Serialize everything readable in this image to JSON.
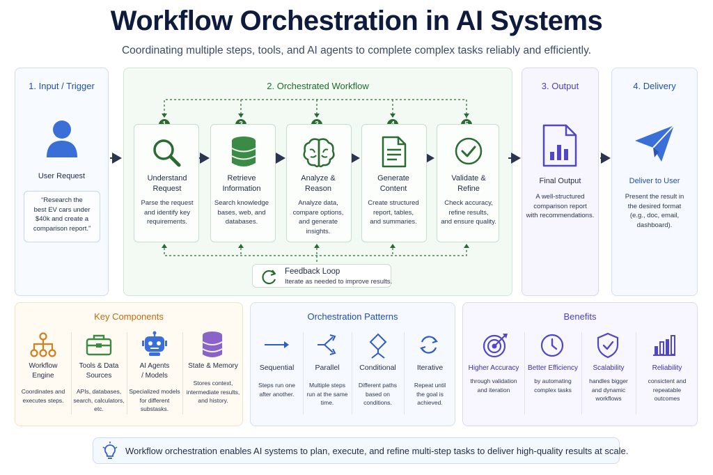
{
  "header": {
    "title": "Workflow Orchestration in AI Systems",
    "subtitle": "Coordinating multiple steps, tools, and AI agents to complete complex tasks reliably and efficiently."
  },
  "input": {
    "title": "1. Input / Trigger",
    "label": "User Request",
    "quote": [
      "“Research the",
      "best EV cars under",
      "$40k and create a",
      "comparison report.”"
    ]
  },
  "orchestration": {
    "title": "2. Orchestrated Workflow",
    "steps": [
      {
        "number": "1",
        "title": [
          "Understand",
          "Request"
        ],
        "desc": [
          "Parse the request",
          "and identify key",
          "requirements."
        ],
        "icon": "magnifier-icon"
      },
      {
        "number": "2",
        "title": [
          "Retrieve",
          "Information"
        ],
        "desc": [
          "Search knowledge",
          "bases, web, and",
          "databases."
        ],
        "icon": "database-icon"
      },
      {
        "number": "3",
        "title": [
          "Analyze &",
          "Reason"
        ],
        "desc": [
          "Analyze data,",
          "compare options,",
          "and generate",
          "insights."
        ],
        "icon": "brain-icon"
      },
      {
        "number": "4",
        "title": [
          "Generate",
          "Content"
        ],
        "desc": [
          "Create structured",
          "report, tables,",
          "and summaries."
        ],
        "icon": "document-icon"
      },
      {
        "number": "5",
        "title": [
          "Validate &",
          "Refine"
        ],
        "desc": [
          "Check accuracy,",
          "refine results,",
          "and ensure quality."
        ],
        "icon": "check-circle-icon"
      }
    ],
    "feedback": {
      "title": "Feedback Loop",
      "desc": "Iterate as needed to improve results.",
      "icon": "refresh-icon"
    }
  },
  "output": {
    "title": "3. Output",
    "label": "Final Output",
    "desc": [
      "A well-structured",
      "comparison report",
      "with recommendations."
    ]
  },
  "delivery": {
    "title": "4. Delivery",
    "label": "Deliver to User",
    "desc": [
      "Present the result in",
      "the desired format",
      "(e.g., doc, email,",
      "dashboard)."
    ]
  },
  "key_components": {
    "title": "Key Components",
    "items": [
      {
        "title": [
          "Workflow",
          "Engine"
        ],
        "desc": [
          "Coordinates and",
          "executes steps."
        ],
        "icon": "hierarchy-icon"
      },
      {
        "title": [
          "Tools & Data",
          "Sources"
        ],
        "desc": [
          "APIs, databases,",
          "search, calculators,",
          "etc."
        ],
        "icon": "toolbox-icon"
      },
      {
        "title": [
          "AI Agents",
          "/ Models"
        ],
        "desc": [
          "Specialized models",
          "for different",
          "substasks."
        ],
        "icon": "robot-icon"
      },
      {
        "title": [
          "State & Memory"
        ],
        "desc": [
          "Stores context,",
          "intermediate results,",
          "and history."
        ],
        "icon": "database-icon"
      }
    ]
  },
  "patterns": {
    "title": "Orchestration Patterns",
    "items": [
      {
        "title": "Sequential",
        "desc": [
          "Steps run one",
          "after another."
        ],
        "icon": "arrow-right-icon"
      },
      {
        "title": "Parallel",
        "desc": [
          "Multiple steps",
          "run at the same",
          "time."
        ],
        "icon": "split-arrows-icon"
      },
      {
        "title": "Conditional",
        "desc": [
          "Different paths",
          "based on",
          "conditions."
        ],
        "icon": "diamond-icon"
      },
      {
        "title": "Iterative",
        "desc": [
          "Repeat until",
          "the goal is",
          "achieved."
        ],
        "icon": "cycle-icon"
      }
    ]
  },
  "benefits": {
    "title": "Benefits",
    "items": [
      {
        "title": "Higher Accuracy",
        "desc": [
          "through validation",
          "and iteration"
        ],
        "icon": "target-icon"
      },
      {
        "title": "Better Efficiency",
        "desc": [
          "by automating",
          "complex tasks"
        ],
        "icon": "clock-icon"
      },
      {
        "title": "Scalability",
        "desc": [
          "handles bigger",
          "and dynamic",
          "workflows"
        ],
        "icon": "shield-check-icon"
      },
      {
        "title": "Reliability",
        "desc": [
          "consictent and",
          "repeatable",
          "outcomes"
        ],
        "icon": "bar-chart-icon"
      }
    ]
  },
  "footer": {
    "text": "Workflow orchestration enables AI systems to plan, execute, and refine multi-step tasks to deliver high-quality results at scale.",
    "icon": "lightbulb-icon"
  },
  "colors": {
    "navy": "#0f1b3d",
    "blue": "#1f4fae",
    "green": "#1e6b2c",
    "purple": "#4c3fb8",
    "orange": "#c46b10"
  }
}
